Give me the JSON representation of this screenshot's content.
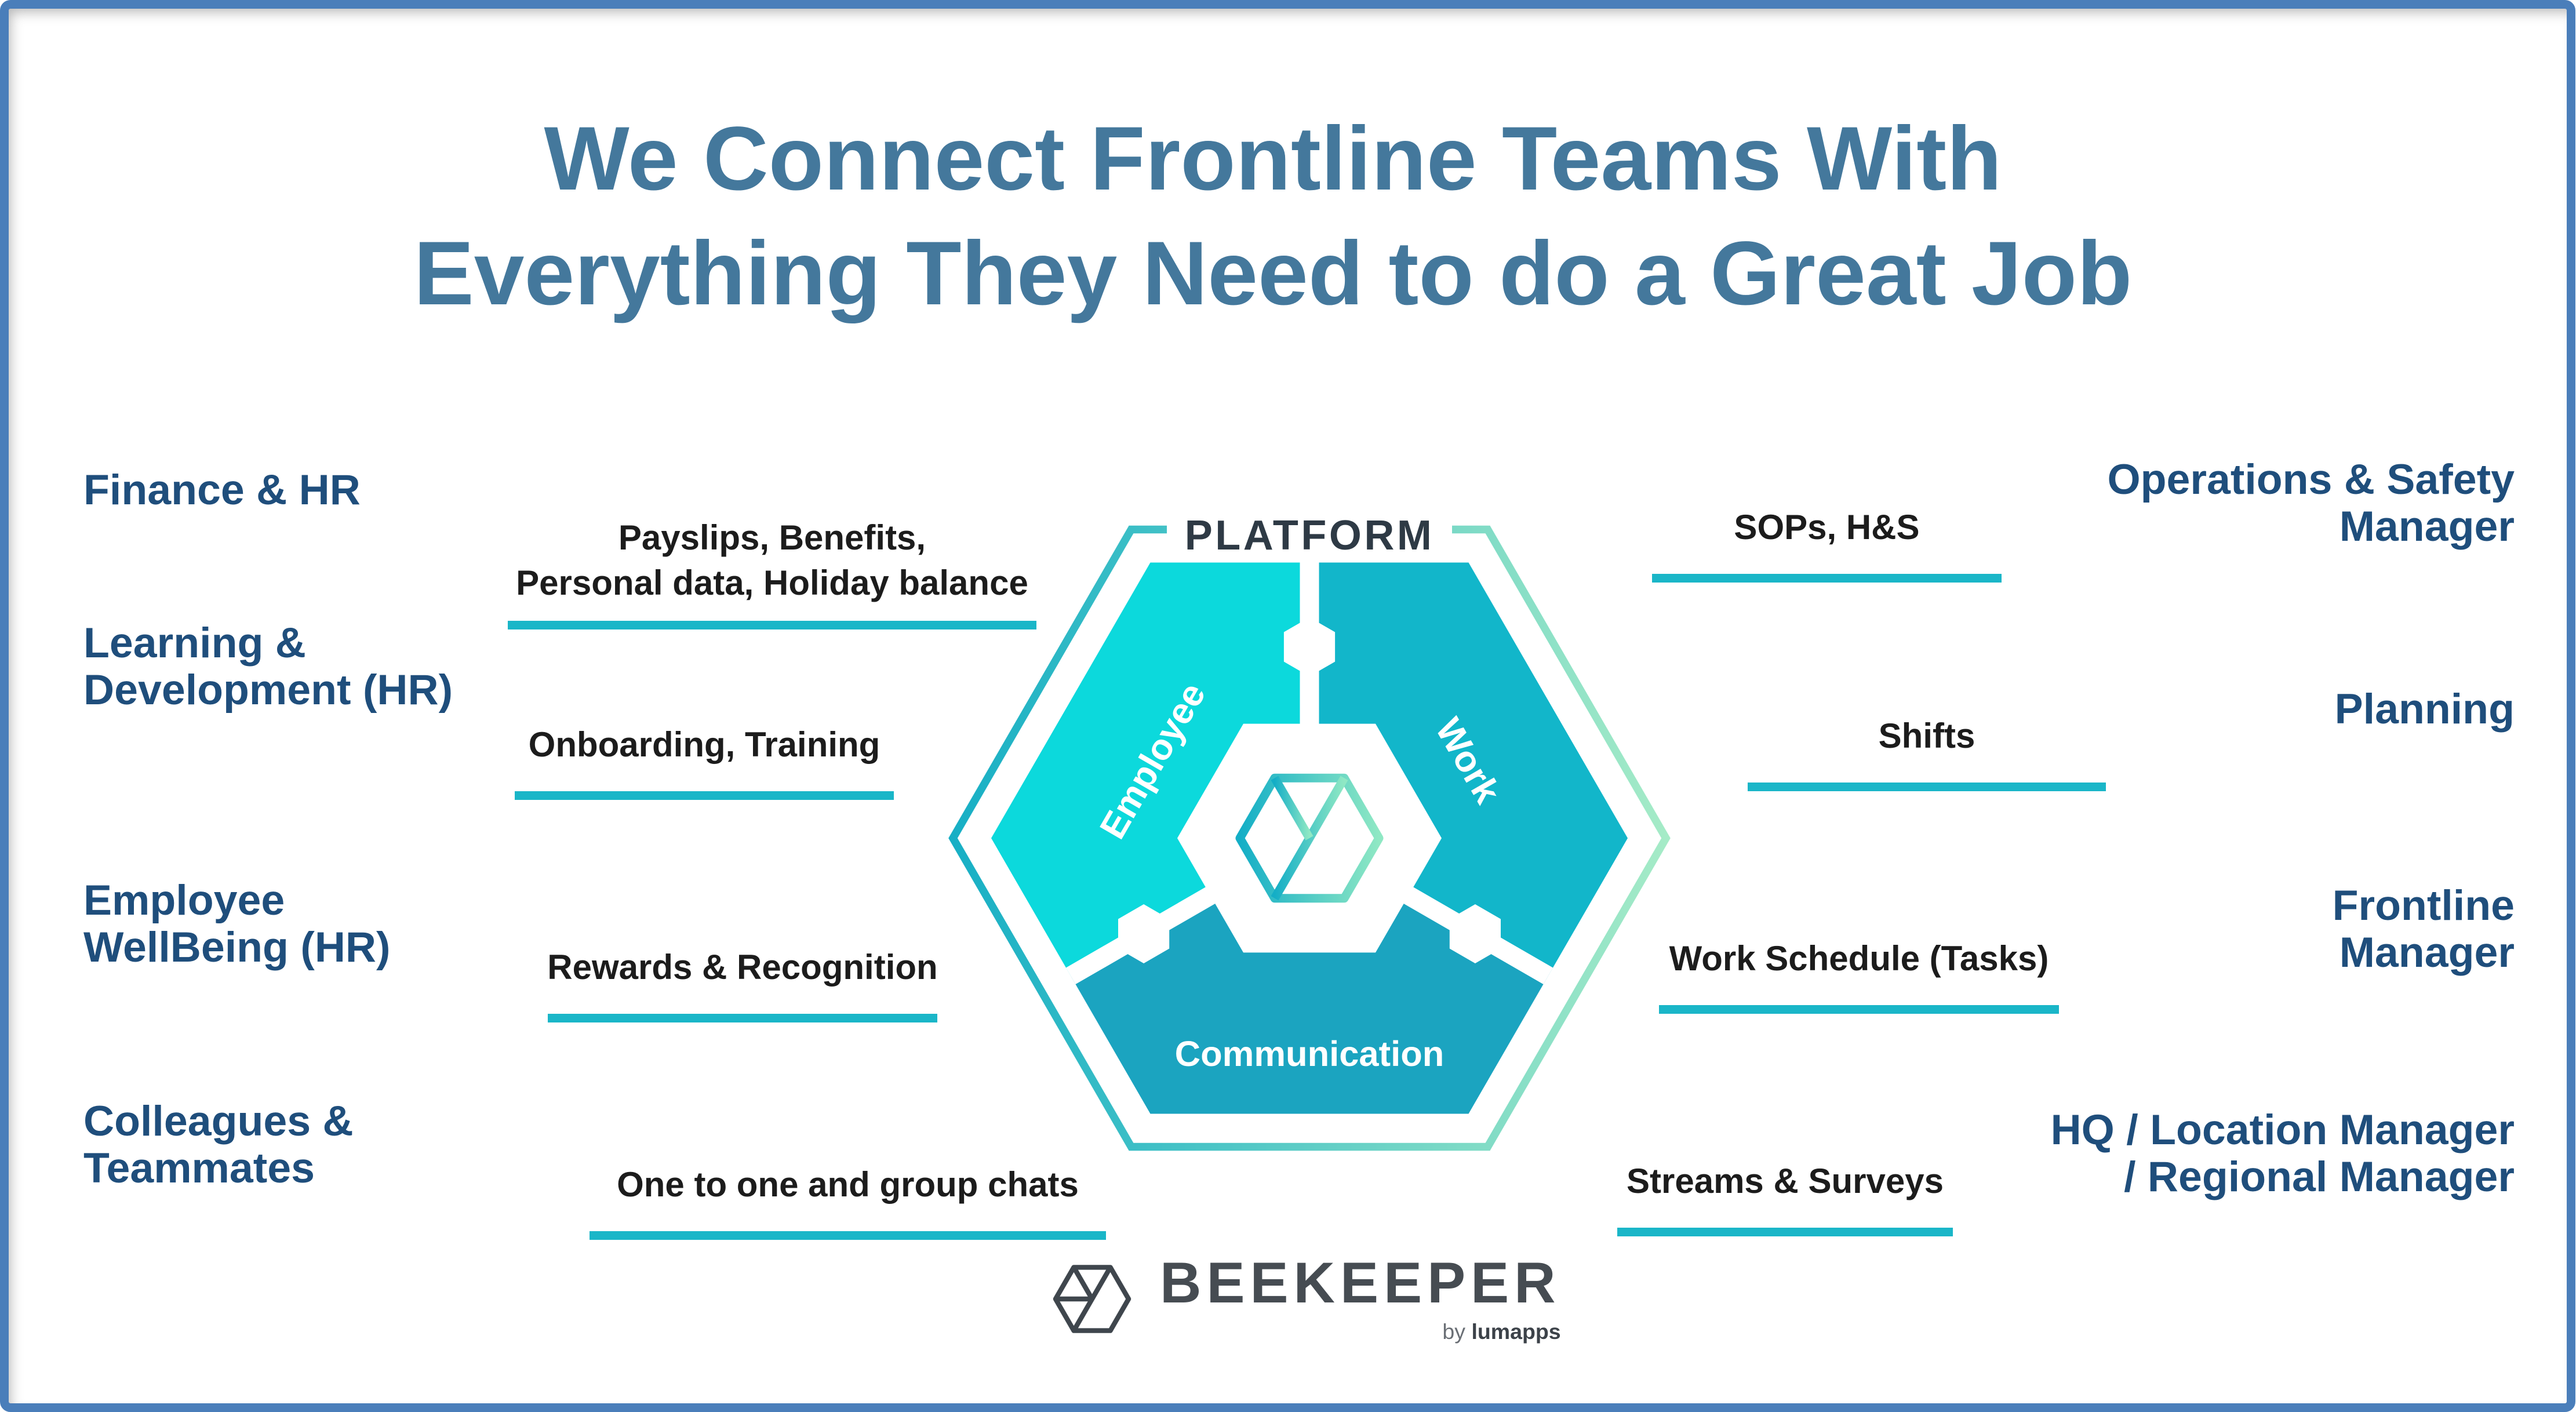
{
  "title": {
    "line1": "We Connect Frontline Teams With",
    "line2": "Everything They Need to do a Great Job"
  },
  "left_categories": [
    {
      "label": "Finance & HR"
    },
    {
      "label": "Learning &\nDevelopment (HR)"
    },
    {
      "label": "Employee\nWellBeing (HR)"
    },
    {
      "label": "Colleagues &\nTeammates"
    }
  ],
  "left_items": [
    {
      "label": "Payslips, Benefits,\nPersonal data, Holiday balance"
    },
    {
      "label": "Onboarding, Training"
    },
    {
      "label": "Rewards & Recognition"
    },
    {
      "label": "One to one and group chats"
    }
  ],
  "right_items": [
    {
      "label": "SOPs, H&S"
    },
    {
      "label": "Shifts"
    },
    {
      "label": "Work Schedule (Tasks)"
    },
    {
      "label": "Streams & Surveys"
    }
  ],
  "right_categories": [
    {
      "label": "Operations & Safety\nManager"
    },
    {
      "label": "Planning"
    },
    {
      "label": "Frontline\nManager"
    },
    {
      "label": "HQ / Location Manager\n/ Regional Manager"
    }
  ],
  "diagram": {
    "platform_label": "PLATFORM",
    "platform_label_color": "#2E3A45",
    "sections": {
      "employee": {
        "label": "Employee",
        "color": "#0CD9DC"
      },
      "work": {
        "label": "Work",
        "color": "#12B6CA"
      },
      "communication": {
        "label": "Communication",
        "color": "#1BA4C0"
      }
    },
    "outline_gradient": {
      "start": "#17AFC5",
      "end": "#A5EBC7"
    },
    "logo_gradient": {
      "start": "#14AEC6",
      "end": "#8FE8C4"
    }
  },
  "footer": {
    "brand": "BEEKEEPER",
    "byline_prefix": "by",
    "byline_brand": "lumapps"
  },
  "colors": {
    "frame_border": "#4A7EBA",
    "title": "#44789C",
    "category_text": "#1F4E7C",
    "item_text": "#1C1C1C",
    "underline": "#1AB6C8"
  }
}
